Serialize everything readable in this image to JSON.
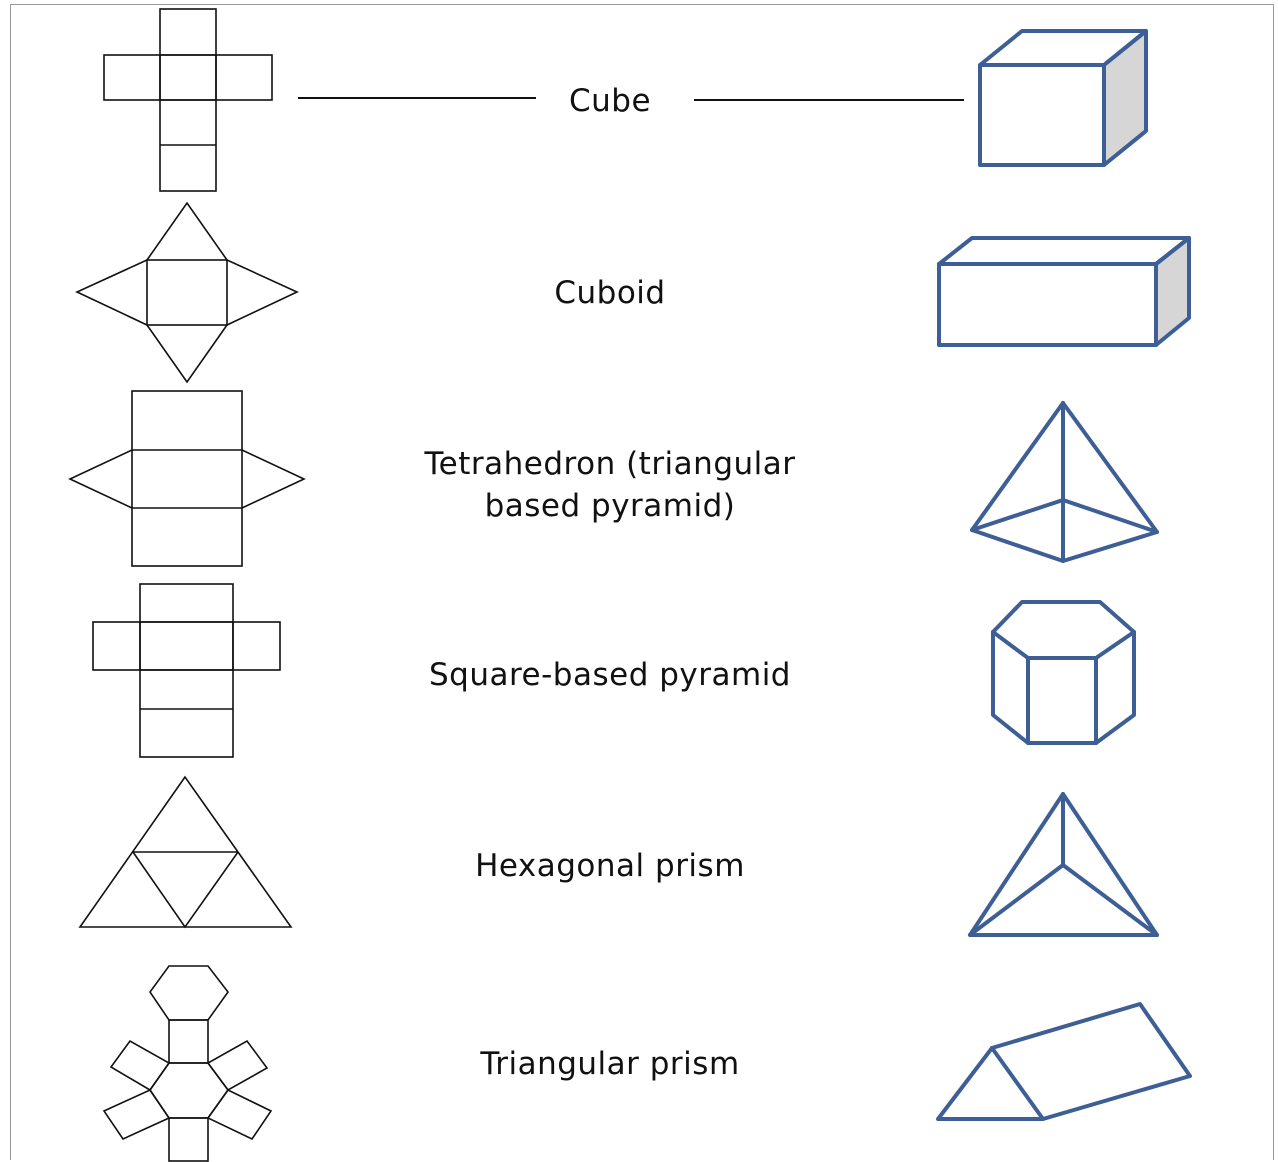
{
  "labels": [
    "Cube",
    "Cuboid",
    "Tetrahedron (triangular based pyramid)",
    "Square-based pyramid",
    "Hexagonal prism",
    "Triangular prism"
  ],
  "colors": {
    "net_stroke": "#111111",
    "solid_stroke": "#3d5f96",
    "solid_shade": "#d6d6d6",
    "frame": "#9a9a9a"
  },
  "nets": [
    "cube-net-cross",
    "pyramid-net-square-with-four-triangles",
    "prism-net-three-rectangles-two-triangles",
    "cuboid-net-cross",
    "tetrahedron-net-four-triangles",
    "hexagonal-prism-net"
  ],
  "solids": [
    "cube",
    "cuboid",
    "square-based-pyramid",
    "hexagonal-prism",
    "tetrahedron",
    "triangular-prism"
  ]
}
